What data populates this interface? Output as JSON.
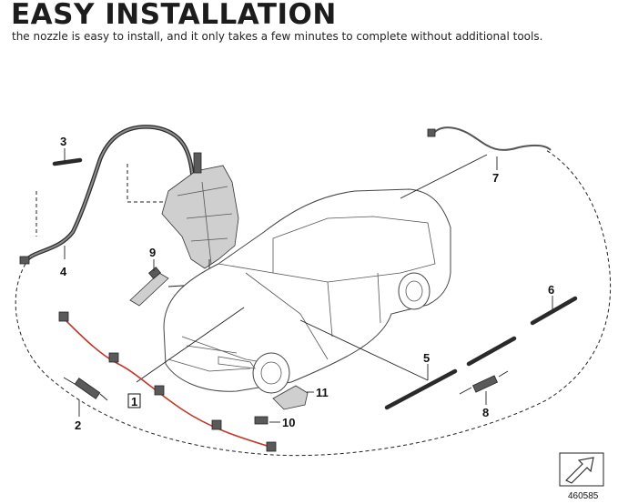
{
  "header": {
    "title": "EASY INSTALLATION",
    "subtitle": "the nozzle is easy to install, and it only takes a few minutes to complete without additional tools."
  },
  "diagram": {
    "callouts": [
      {
        "id": "1",
        "label": "1"
      },
      {
        "id": "2",
        "label": "2"
      },
      {
        "id": "3",
        "label": "3"
      },
      {
        "id": "4",
        "label": "4"
      },
      {
        "id": "5",
        "label": "5"
      },
      {
        "id": "6",
        "label": "6"
      },
      {
        "id": "7",
        "label": "7"
      },
      {
        "id": "8",
        "label": "8"
      },
      {
        "id": "9",
        "label": "9"
      },
      {
        "id": "10",
        "label": "10"
      },
      {
        "id": "11",
        "label": "11"
      }
    ],
    "reference_number": "460585",
    "colors": {
      "wiring": "#c0392b",
      "hose": "#2a2a2a",
      "lines": "#222222"
    }
  }
}
